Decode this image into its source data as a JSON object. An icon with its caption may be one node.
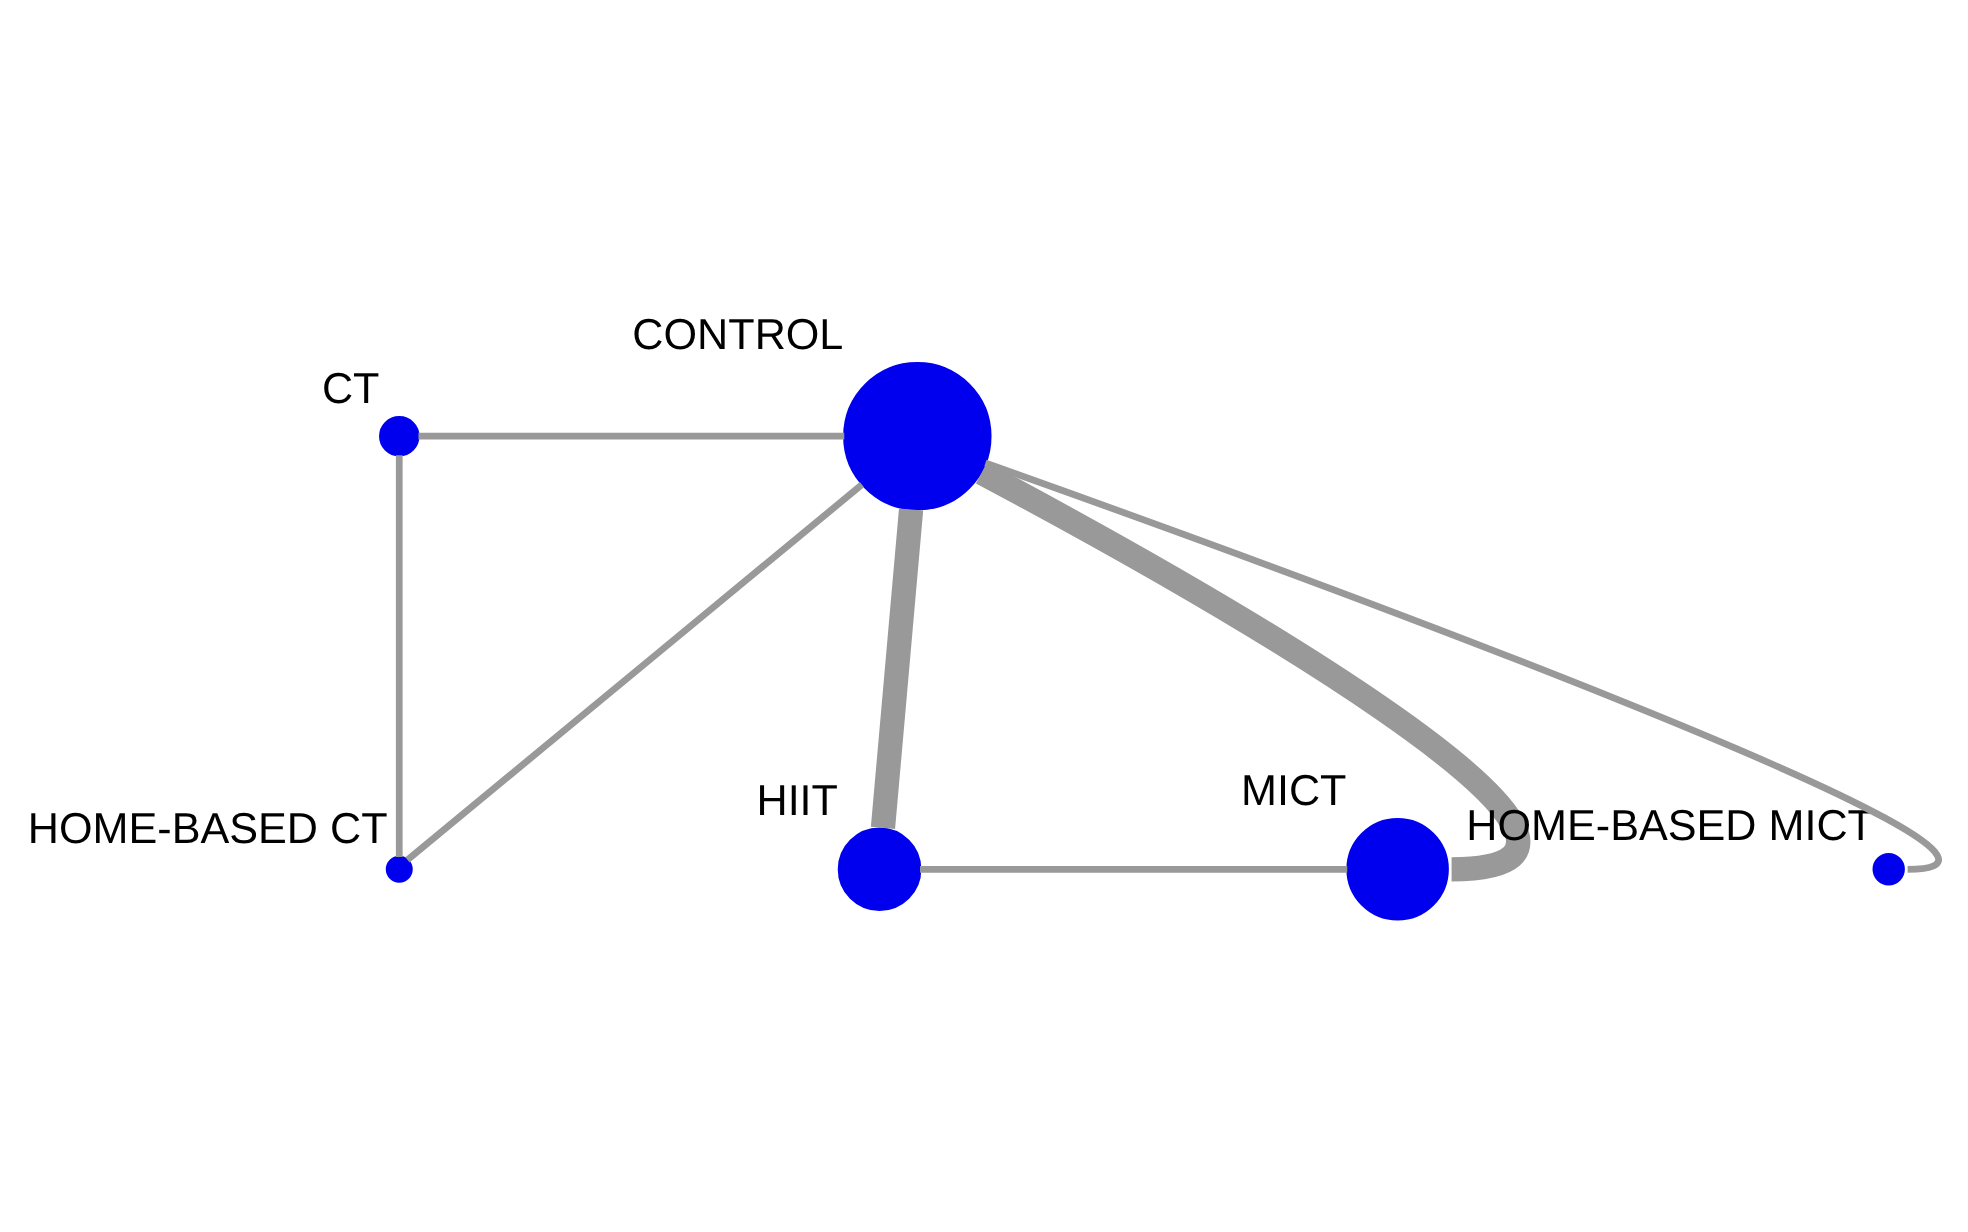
{
  "diagram": {
    "nodes": [
      {
        "text": [
          "CT"
        ]
      },
      {
        "text": [
          "CONTROL"
        ]
      },
      {
        "text": [
          "HIIT"
        ]
      },
      {
        "text": [
          "MICT"
        ]
      },
      {
        "text": [
          "HOME-BASED CT"
        ]
      },
      {
        "text": [
          "HOME-BASED MICT"
        ]
      }
    ],
    "edges": [
      {
        "from": 0,
        "to": 1,
        "arrow": "none"
      },
      {
        "from": 0,
        "to": 4,
        "arrow": "none"
      },
      {
        "from": 1,
        "to": 2,
        "arrow": "none",
        "style": "thick"
      },
      {
        "from": 1,
        "to": 4,
        "arrow": "none"
      },
      {
        "from": 1,
        "to": 5,
        "arrow": "none"
      },
      {
        "from": 1,
        "to": 3,
        "arrow": "none",
        "style": "thick"
      },
      {
        "from": 2,
        "to": 3,
        "arrow": "none"
      }
    ]
  }
}
